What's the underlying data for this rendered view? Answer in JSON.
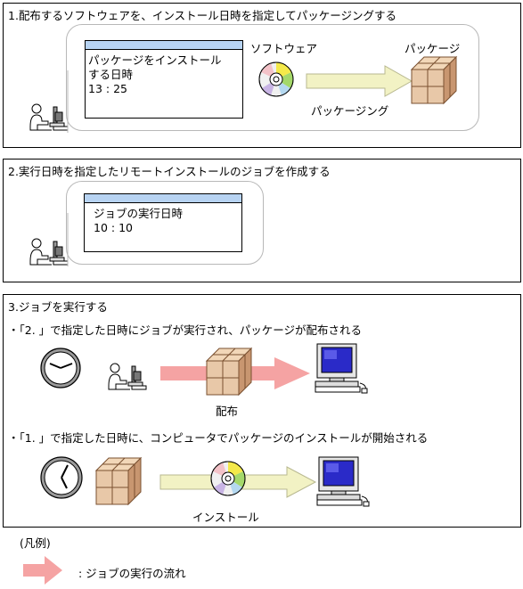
{
  "panel1": {
    "title": "1.配布するソフトウェアを、インストール日時を指定してパッケージングする",
    "window_text": "パッケージをインストール\nする日時\n  13 : 25",
    "software_label": "ソフトウェア",
    "package_label": "パッケージ",
    "packaging_label": "パッケージング"
  },
  "panel2": {
    "title": "2.実行日時を指定したリモートインストールのジョブを作成する",
    "window_text": "ジョブの実行日時\n  10 : 10"
  },
  "panel3": {
    "title": "3.ジョブを実行する",
    "step1": "・「2. 」で指定した日時にジョブが実行され、パッケージが配布される",
    "distribute_label": "配布",
    "step2": "・「1. 」で指定した日時に、コンピュータでパッケージのインストールが開始される",
    "install_label": "インストール"
  },
  "legend": {
    "title": "(凡例)",
    "arrow_label": ": ジョブの実行の流れ"
  },
  "colors": {
    "job_flow_arrow": "#f5a3a3",
    "process_arrow": "#f2f2c4",
    "package_box": "#e8c8a8",
    "window_titlebar": "#b7d3f2",
    "monitor_screen": "#2a2ac8"
  },
  "icons": [
    "user-at-computer-icon",
    "cd-disc-icon",
    "package-box-icon",
    "clock-icon",
    "computer-icon",
    "arrow-icon"
  ]
}
